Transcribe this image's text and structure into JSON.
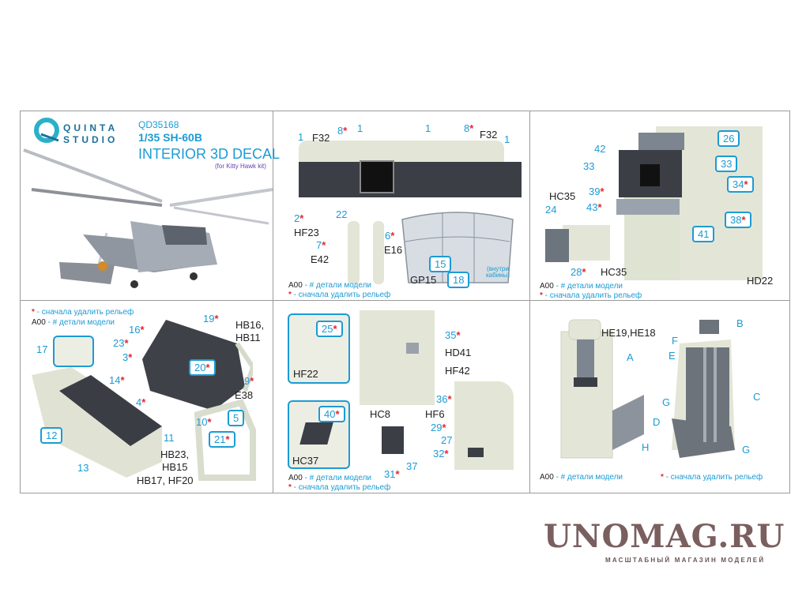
{
  "brand": {
    "line1": "QUINTA",
    "line2": "STUDIO",
    "logo_letter": "Q"
  },
  "product": {
    "code": "QD35168",
    "scale_model": "1/35 SH-60B",
    "title": "INTERIOR 3D DECAL",
    "subtitle": "(for Kitty Hawk kit)"
  },
  "common": {
    "star": "*",
    "legend_code": "A00",
    "legend_model": " - # детали модели",
    "legend_relief": " - сначала удалить рельеф"
  },
  "colors": {
    "accent": "#1c9bd4",
    "star": "#e3262f",
    "watermark": "#7a5f5f"
  },
  "panel2": {
    "l1a": "1",
    "f32a": "F32",
    "l8a": "8",
    "l1b": "1",
    "l1c": "1",
    "l8b": "8",
    "f32b": "F32",
    "l1d": "1",
    "l2": "2",
    "hf23": "HF23",
    "l22": "22",
    "l7": "7",
    "e42": "E42",
    "l6": "6",
    "e16": "E16",
    "l15": "15",
    "l18": "18",
    "gp15": "GP15",
    "inside": "(внутри кабины)"
  },
  "panel3": {
    "l26": "26",
    "l42": "42",
    "l33a": "33",
    "l33b": "33",
    "l39": "39",
    "l34": "34",
    "hc35a": "HC35",
    "l24": "24",
    "l43": "43",
    "l38": "38",
    "l41": "41",
    "l28": "28",
    "hc35b": "HC35",
    "hd22": "HD22"
  },
  "panel4": {
    "l17": "17",
    "l16": "16",
    "l19": "19",
    "hb16": "HB16,",
    "hb11": "HB11",
    "l23": "23",
    "l3": "3",
    "l20": "20",
    "l14": "14",
    "l9": "9",
    "e38": "E38",
    "l4": "4",
    "l10": "10",
    "l12": "12",
    "l11": "11",
    "l5": "5",
    "l21": "21",
    "hb23": "HB23,",
    "hb15": "HB15",
    "l13": "13",
    "hb17": "HB17, HF20"
  },
  "panel5": {
    "l25": "25",
    "hf22": "HF22",
    "l35": "35",
    "hd41": "HD41",
    "hf42": "HF42",
    "l36": "36",
    "hf6": "HF6",
    "l29": "29",
    "l27": "27",
    "l32": "32",
    "l40": "40",
    "hc37": "HC37",
    "hc8": "HC8",
    "l31": "31",
    "l37": "37"
  },
  "panel6": {
    "he": "HE19,HE18",
    "a": "A",
    "b": "B",
    "f": "F",
    "e": "E",
    "c": "C",
    "g1": "G",
    "d": "D",
    "h": "H",
    "g2": "G"
  },
  "watermark": {
    "name": "UNOMAG.RU",
    "tagline": "МАСШТАБНЫЙ МАГАЗИН МОДЕЛЕЙ"
  }
}
